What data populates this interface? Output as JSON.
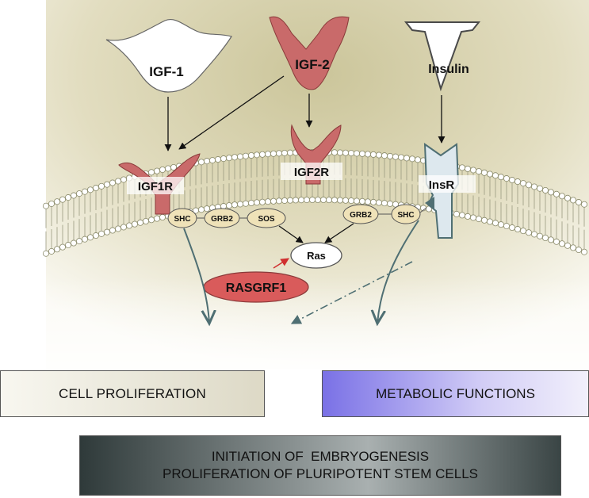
{
  "ligands": {
    "igf1": "IGF-1",
    "igf2": "IGF-2",
    "insulin": "Insulin"
  },
  "receptors": {
    "igf1r": "IGF1R",
    "igf2r": "IGF2R",
    "insr": "InsR"
  },
  "adaptors": {
    "shc_left": "SHC",
    "grb2_left": "GRB2",
    "sos": "SOS",
    "grb2_right": "GRB2",
    "shc_right": "SHC"
  },
  "ras": "Ras",
  "rasgrf1": "RASGRF1",
  "outcomes": {
    "cell_proliferation": "CELL PROLIFERATION",
    "metabolic_functions": "METABOLIC FUNCTIONS",
    "embryogenesis_line1": "INITIATION OF  EMBRYOGENESIS",
    "embryogenesis_line2": "PROLIFERATION OF PLURIPOTENT STEM CELLS"
  },
  "colors": {
    "background_top": "#cdc79a",
    "background_bottom": "#f8f7f0",
    "igf_receptor_red": "#c96a6a",
    "rasgrf1_red": "#d95b5b",
    "adaptor_fill": "#efe2b8",
    "arrow_teal": "#4f6f73",
    "metabolic_violet": "#7a71e6"
  }
}
